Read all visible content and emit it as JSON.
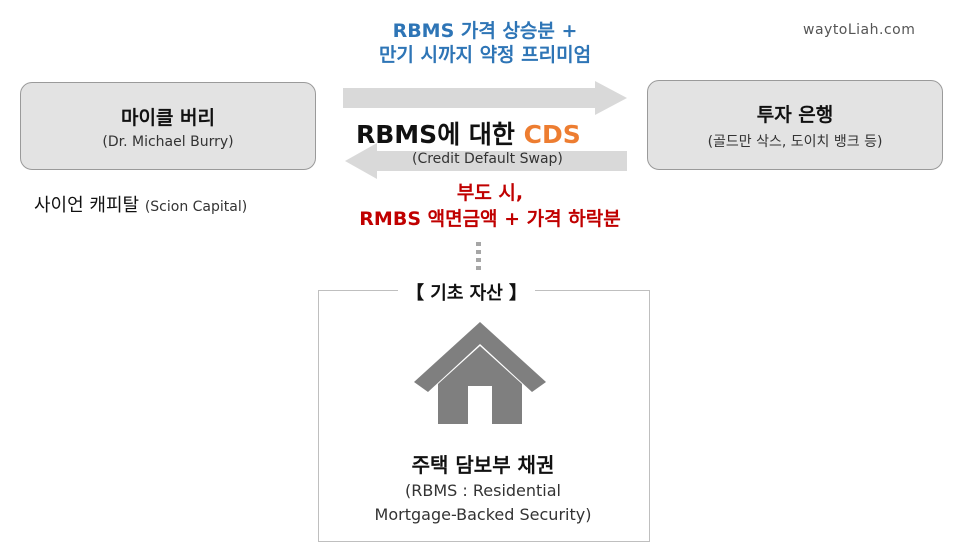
{
  "watermark": "waytoLiah.com",
  "premium_label": [
    "RBMS 가격 상승분 +",
    "만기 시까지 약정 프리미엄"
  ],
  "left_box": {
    "title": "마이클 버리",
    "subtitle": "(Dr. Michael Burry)"
  },
  "right_box": {
    "title": "투자 은행",
    "subtitle": "(골드만 삭스, 도이치 뱅크 등)"
  },
  "cds_label": {
    "prefix": "RBMS에 대한 ",
    "highlight": "CDS",
    "subtitle": "(Credit Default Swap)"
  },
  "default_label": [
    "부도 시,",
    "RMBS 액면금액 + 가격 하락분"
  ],
  "scion": {
    "name": "사이언 캐피탈",
    "english": "(Scion Capital)"
  },
  "asset": {
    "title": "【 기초 자산 】",
    "name": "주택 담보부 채권",
    "sub_line1": "(RBMS : Residential",
    "sub_line2": "Mortgage-Backed Security)"
  },
  "icons": {
    "house": "house-icon",
    "arrow_right": "arrow-right-icon",
    "arrow_left": "arrow-left-icon"
  },
  "colors": {
    "blue": "#2e75b6",
    "red": "#c00000",
    "orange": "#ed7d31",
    "box_fill": "#e3e3e3",
    "arrow_fill": "#d9d9d9",
    "house": "#7f7f7f"
  }
}
